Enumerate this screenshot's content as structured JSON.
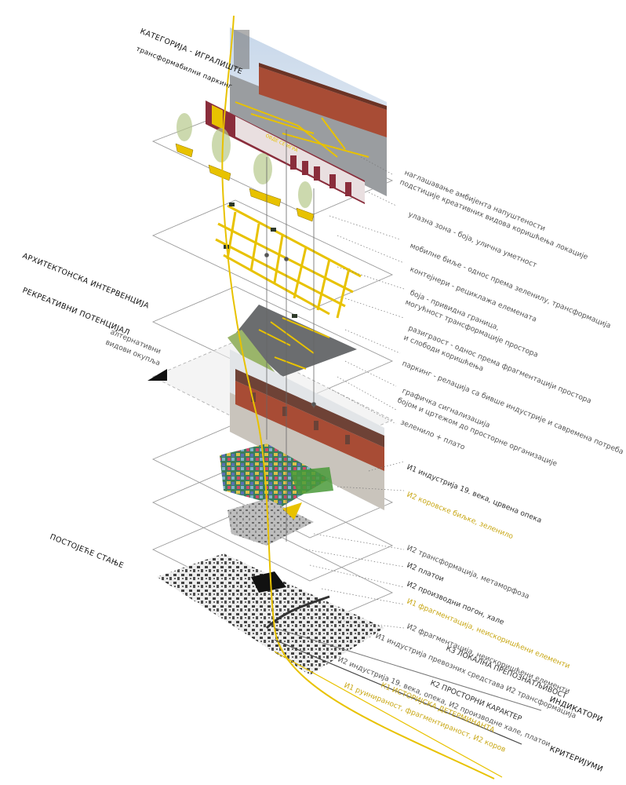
{
  "headers": {
    "category": "КАТЕГОРИЈА - ИГРАЛИШТЕ",
    "subcategory": "трансформабилни паркинг",
    "architectural": "АРХИТЕКТОНСКА ИНТЕРВЕНЦИЈА",
    "recreational": "РЕКРЕАТИВНИ ПОТЕНЦИЈАЛ",
    "alternative_line1": "алтернативни",
    "alternative_line2": "видови окупља",
    "existing": "ПОСТОЈЕЋЕ СТАЊЕ",
    "indicators": "ИНДИКАТОРИ",
    "criteria": "КРИТЕРИЈУМИ"
  },
  "sign": {
    "text": "ОВДЕ СЕ ИГРА"
  },
  "right_labels": [
    {
      "text": "наглашавање амбијента напуштености",
      "style": "grey"
    },
    {
      "text": "подстиције креативних видова коришћења локације",
      "style": "grey"
    },
    {
      "text": "улазна зона - боја, улична уметност",
      "style": "grey"
    },
    {
      "text": "мобилне биље - однос према зеленилу, трансформација",
      "style": "grey"
    },
    {
      "text": "контејнери - рециклажа елемената",
      "style": "grey"
    },
    {
      "text": "боја - привидна граница,",
      "style": "grey"
    },
    {
      "text": "могућност трансформације простора",
      "style": "grey"
    },
    {
      "text": "разиграост - однос према фрагментацији простора",
      "style": "grey"
    },
    {
      "text": "и слободи коришћења",
      "style": "grey"
    },
    {
      "text": "паркинг - релација са бивше индустрије и савремена потреба",
      "style": "grey"
    },
    {
      "text": "графичка сигнализација",
      "style": "grey"
    },
    {
      "text": "бојом и цртежом до просторне организације",
      "style": "grey"
    },
    {
      "text": "зеленило + плато",
      "style": "grey"
    },
    {
      "text": "И1 индустрија 19. века, црвена опека",
      "style": "dark"
    },
    {
      "text": "И2 коровске биљке, зеленило",
      "style": "yellow"
    },
    {
      "text": "И2 трансформација, метаморфоза",
      "style": "grey"
    },
    {
      "text": "И2 платои",
      "style": "dark"
    },
    {
      "text": "И2 производни погон, хале",
      "style": "dark"
    },
    {
      "text": "И1 фрагментација, неискоришћени елементи",
      "style": "yellow"
    },
    {
      "text": "И2 фрагментација, неискоришћени елементи",
      "style": "grey"
    }
  ],
  "bottom_labels": [
    {
      "text": "К3 ЛОКАЛНА ПРЕПОЗНАТЉИВОСТ",
      "style": "dark"
    },
    {
      "text": "И1 индустрија превозних средстава И2 трансформација",
      "style": "grey"
    },
    {
      "text": "К2 ПРОСТОРНИ КАРАКТЕР",
      "style": "dark"
    },
    {
      "text": "И2 индустрија 19. века, опека, И2 производне хале, платои",
      "style": "grey"
    },
    {
      "text": "К1 ИСТОРИЈСКА ДЕТЕРМИНАНТА",
      "style": "yellow"
    },
    {
      "text": "И1 руинираност, фрагментираност, И2 коров",
      "style": "yellow"
    }
  ],
  "colors": {
    "accent_yellow": "#e8c200",
    "text_yellow": "#c9a817",
    "maroon": "#8a2d3b",
    "asphalt": "#6b6d6f",
    "plane_line": "#9a9a9a",
    "green_strip": "#9ab56a"
  }
}
